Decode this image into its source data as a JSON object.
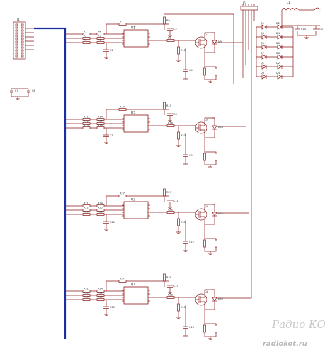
{
  "connector_main": {
    "ref": "J1"
  },
  "connector_output": {
    "ref": "J6"
  },
  "capacitors_left": [
    {
      "ref": "C7",
      "value": ""
    },
    {
      "ref": "C8",
      "value": ""
    }
  ],
  "notes": [],
  "inductor": {
    "ref": "L1"
  },
  "output_caps": [
    {
      "ref": "C14",
      "value": ""
    },
    {
      "ref": "C3",
      "value": ""
    }
  ],
  "diode_refs": [
    "D1",
    "D2",
    "D3",
    "D4",
    "D5",
    "D6",
    "D7",
    "D8"
  ],
  "stages": [
    {
      "ic": "U1",
      "ic_type": "",
      "mosfet": "Q1",
      "diode": "D9",
      "resistors": [
        "R1",
        "R2",
        "R3",
        "R4",
        "R5",
        "R6",
        "R7",
        "R8",
        "R9",
        "R10"
      ],
      "caps": [
        "C1",
        "C2",
        "C4"
      ],
      "inputs": [
        "",
        "",
        ""
      ]
    },
    {
      "ic": "U2",
      "ic_type": "",
      "mosfet": "Q2",
      "diode": "D10",
      "resistors": [
        "R11",
        "R12",
        "R13",
        "R14",
        "R15",
        "R16",
        "R17",
        "R18",
        "R19",
        "R20"
      ],
      "caps": [
        "C5",
        "C6",
        "C9"
      ],
      "inputs": [
        "",
        "",
        ""
      ]
    },
    {
      "ic": "U3",
      "ic_type": "",
      "mosfet": "Q3",
      "diode": "D11",
      "resistors": [
        "R21",
        "R22",
        "R23",
        "R24",
        "R25",
        "R26",
        "R27",
        "R28",
        "R29",
        "R30"
      ],
      "caps": [
        "C10",
        "C11",
        "C12"
      ],
      "inputs": [
        "",
        "",
        ""
      ]
    },
    {
      "ic": "U4",
      "ic_type": "",
      "mosfet": "Q4",
      "diode": "D12",
      "resistors": [
        "R31",
        "R32",
        "R33",
        "R34",
        "R35",
        "R36",
        "R37",
        "R38",
        "R39",
        "R40"
      ],
      "caps": [
        "C13",
        "C15",
        "C16"
      ],
      "inputs": [
        "",
        "",
        ""
      ]
    }
  ],
  "watermark": {
    "line1": "Радио КОТ",
    "line2": "radiokot.ru"
  }
}
